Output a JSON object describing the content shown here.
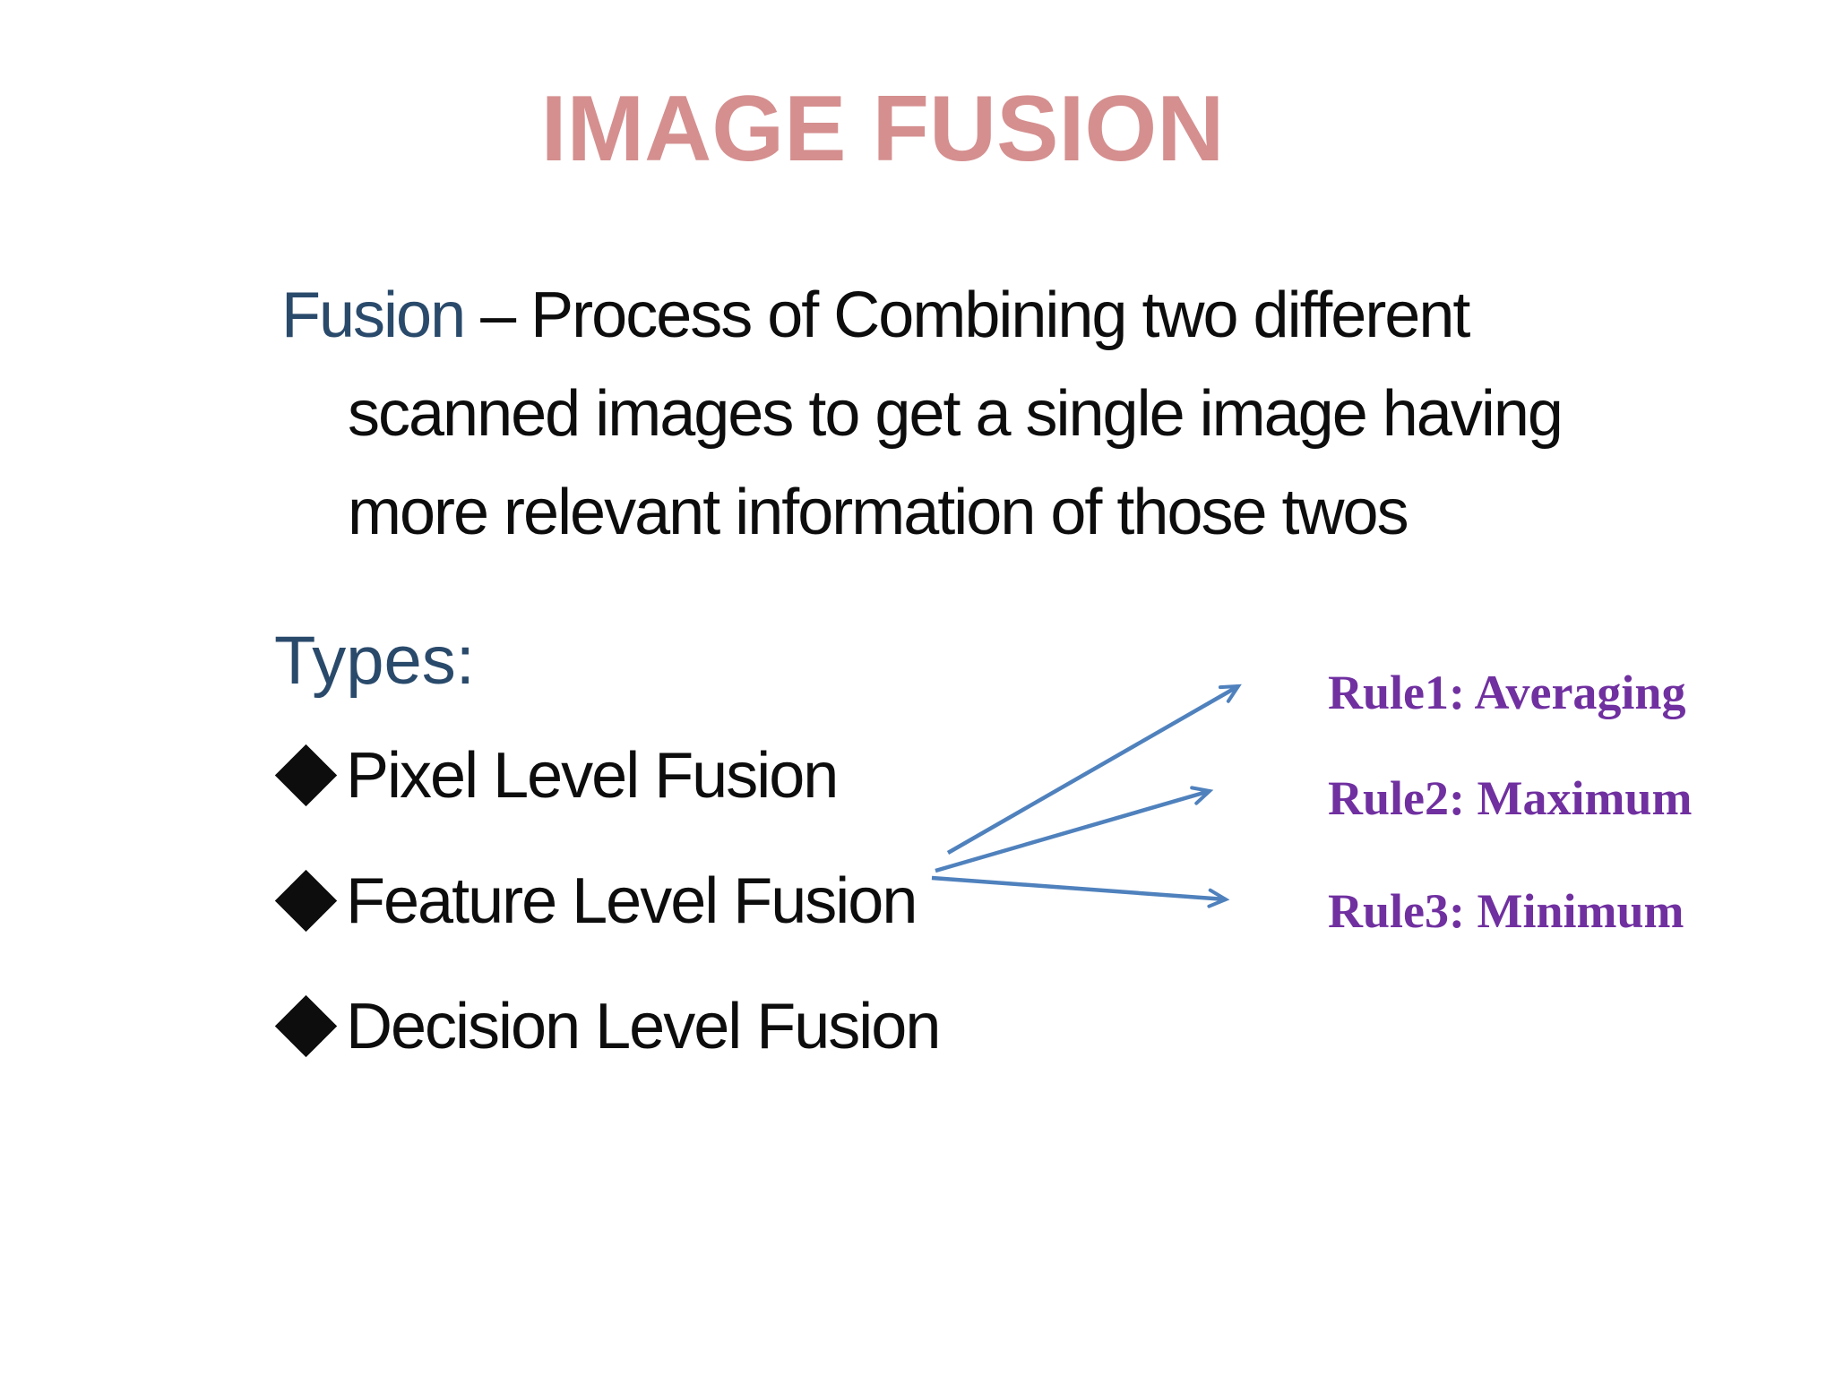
{
  "title": "IMAGE FUSION",
  "definition": {
    "term": "Fusion",
    "line1_rest": "– Process of Combining two different",
    "line2": "scanned images to get a single image having",
    "line3": "more relevant information of those twos"
  },
  "types_heading": "Types:",
  "bullets": [
    {
      "icon": "four-diamond-bullet-icon",
      "label": "Pixel Level Fusion"
    },
    {
      "icon": "four-diamond-bullet-icon",
      "label": "Feature Level Fusion"
    },
    {
      "icon": "four-diamond-bullet-icon",
      "label": "Decision Level Fusion"
    }
  ],
  "rules": [
    {
      "label": "Rule1: Averaging"
    },
    {
      "label": "Rule2: Maximum"
    },
    {
      "label": "Rule3: Minimum"
    }
  ],
  "arrows": {
    "count": 3,
    "from": "Feature Level Fusion",
    "to": [
      "Rule1: Averaging",
      "Rule2: Maximum",
      "Rule3: Minimum"
    ]
  },
  "colors": {
    "title_pink": "#d58f8f",
    "heading_navy": "#2a4a6b",
    "rule_purple": "#7030a0",
    "arrow_blue": "#4f81bd",
    "body_text": "#0d0d0d",
    "background": "#ffffff"
  }
}
